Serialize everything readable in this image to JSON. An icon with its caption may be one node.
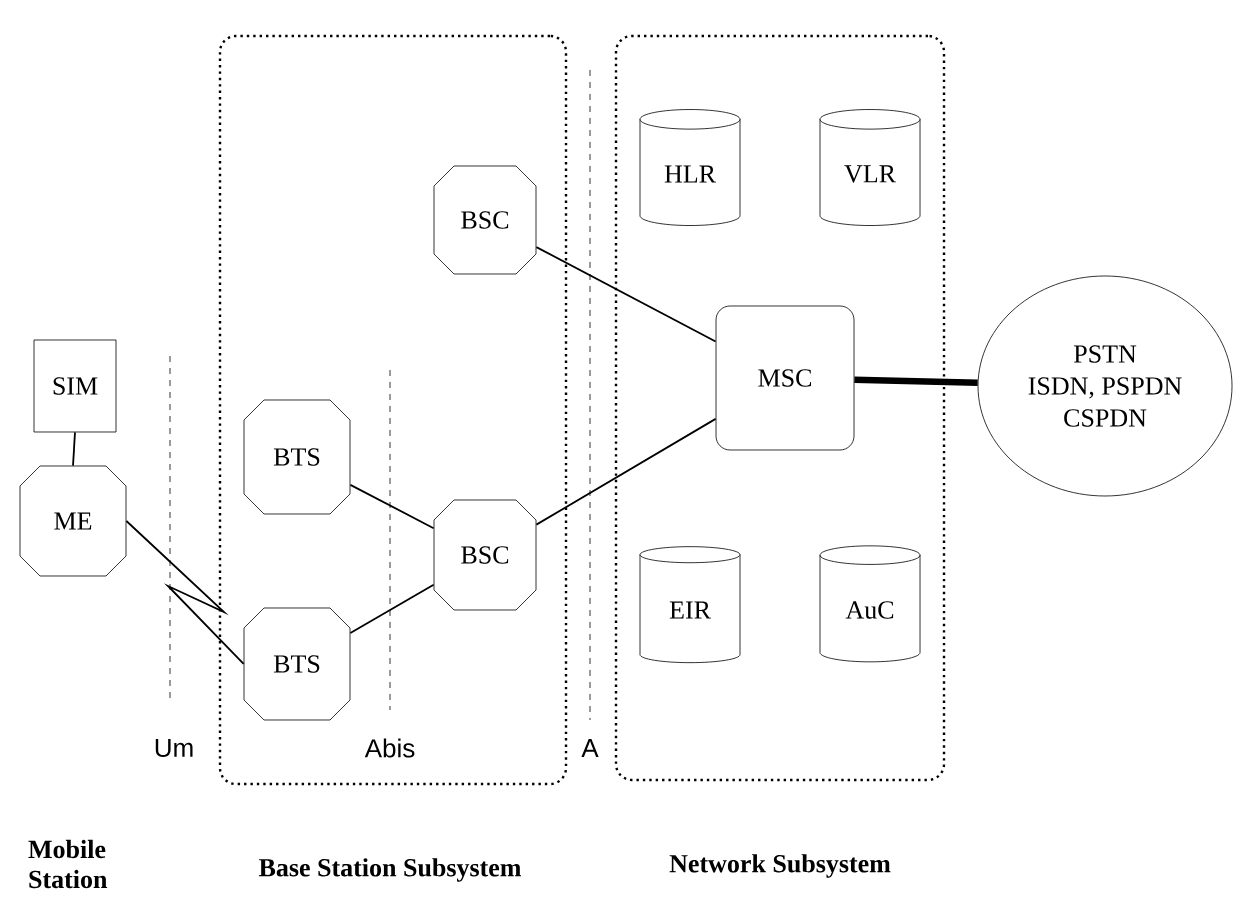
{
  "diagram": {
    "nodes": [
      {
        "text": [
          "Base Station Subsystem"
        ]
      },
      {
        "text": [
          "Network Subsystem"
        ]
      },
      {
        "text": [
          "SIM"
        ]
      },
      {
        "text": [
          "ME"
        ]
      },
      {
        "text": [
          "BTS"
        ],
        "in": 0
      },
      {
        "text": [
          "BTS"
        ],
        "in": 0
      },
      {
        "text": [
          "BSC"
        ],
        "in": 0
      },
      {
        "text": [
          "BSC"
        ],
        "in": 0
      },
      {
        "text": [
          "HLR"
        ],
        "in": 1
      },
      {
        "text": [
          "VLR"
        ],
        "in": 1
      },
      {
        "text": [
          "MSC"
        ],
        "in": 1
      },
      {
        "text": [
          "EIR"
        ],
        "in": 1
      },
      {
        "text": [
          "AuC"
        ],
        "in": 1
      },
      {
        "text": [
          "PSTN",
          "ISDN, PSPDN",
          "CSPDN"
        ]
      }
    ],
    "edges": [
      {
        "from": 2,
        "to": 3,
        "arrow": "none"
      },
      {
        "from": 3,
        "to": 5,
        "arrow": "none"
      },
      {
        "from": 4,
        "to": 7,
        "arrow": "none"
      },
      {
        "from": 5,
        "to": 7,
        "arrow": "none"
      },
      {
        "from": 6,
        "to": 10,
        "arrow": "none"
      },
      {
        "from": 7,
        "to": 10,
        "arrow": "none"
      },
      {
        "from": 10,
        "to": 13,
        "arrow": "none",
        "style": "thick"
      }
    ],
    "labels": [
      "Um",
      "Abis",
      "A",
      "Mobile Station"
    ]
  }
}
